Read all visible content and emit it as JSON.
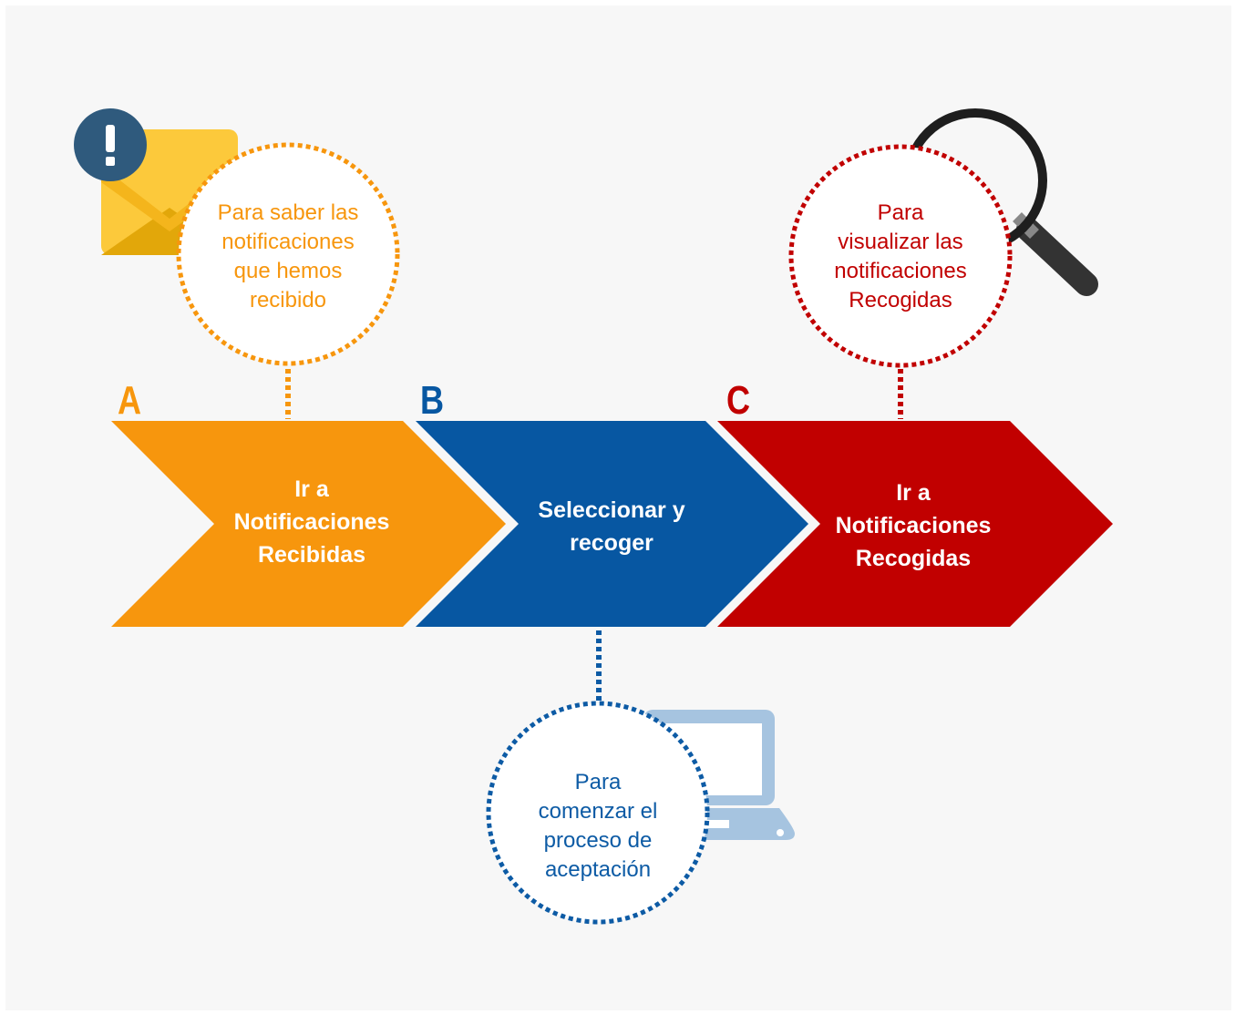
{
  "steps": [
    {
      "letter": "A",
      "label_line1": "Ir a",
      "label_line2": "Notificaciones",
      "label_line3": "Recibidas",
      "color": "#f7960d"
    },
    {
      "letter": "B",
      "label_line1": "Seleccionar y",
      "label_line2": "recoger",
      "color": "#0757a2"
    },
    {
      "letter": "C",
      "label_line1": "Ir a",
      "label_line2": "Notificaciones",
      "label_line3": "Recogidas",
      "color": "#c10000"
    }
  ],
  "bubbles": {
    "a": {
      "line1": "Para saber las",
      "line2": "notificaciones",
      "line3": "que hemos",
      "line4": "recibido",
      "color": "#f7960d"
    },
    "b": {
      "line1": "Para",
      "line2": "comenzar el",
      "line3": "proceso de",
      "line4": "aceptación",
      "color": "#0d5ba5"
    },
    "c": {
      "line1": "Para",
      "line2": "visualizar las",
      "line3": "notificaciones",
      "line4": "Recogidas",
      "color": "#c10000"
    }
  },
  "icons": {
    "envelope": "envelope-alert-icon",
    "laptop": "laptop-icon",
    "magnifier": "magnifying-glass-icon"
  }
}
